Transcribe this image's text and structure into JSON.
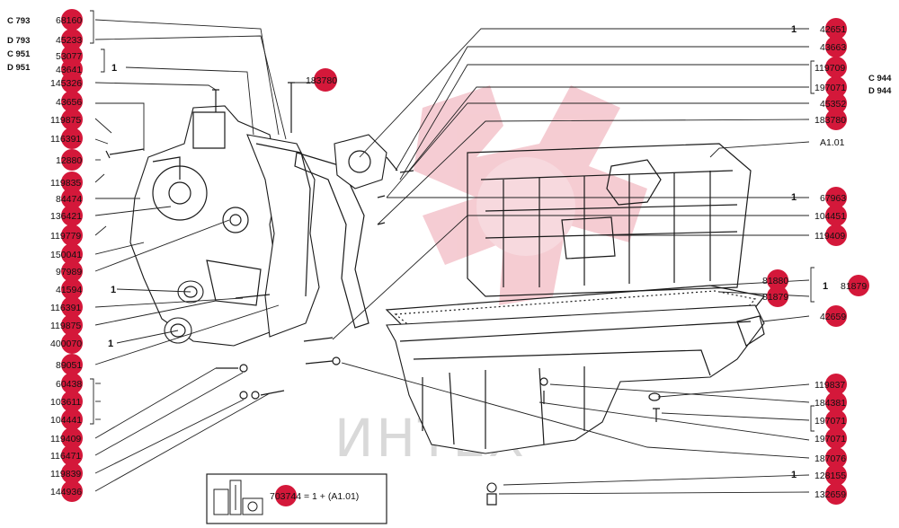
{
  "watermark": "ИНТЕХ",
  "colors": {
    "callout_dot": "#d4183a",
    "watermark_logo": "#f4c7ce",
    "line": "#222222"
  },
  "left_labels": [
    {
      "text": "68160"
    },
    {
      "text": "45233"
    },
    {
      "text": "53077"
    },
    {
      "text": "43641"
    },
    {
      "text": "145326"
    },
    {
      "text": "43656"
    },
    {
      "text": "119875"
    },
    {
      "text": "116391"
    },
    {
      "text": "12880"
    },
    {
      "text": "119835"
    },
    {
      "text": "84474"
    },
    {
      "text": "136421"
    },
    {
      "text": "119779"
    },
    {
      "text": "150041"
    },
    {
      "text": "97989"
    },
    {
      "text": "41594"
    },
    {
      "text": "116391"
    },
    {
      "text": "119875"
    },
    {
      "text": "400070"
    },
    {
      "text": "89051"
    },
    {
      "text": "60438"
    },
    {
      "text": "103611"
    },
    {
      "text": "104441"
    },
    {
      "text": "119409"
    },
    {
      "text": "116471"
    },
    {
      "text": "119839"
    },
    {
      "text": "144936"
    }
  ],
  "left_codes": [
    "C 793",
    "D 793",
    "C 951",
    "D 951"
  ],
  "right_labels": [
    {
      "text": "42651"
    },
    {
      "text": "43663"
    },
    {
      "text": "119709"
    },
    {
      "text": "197071"
    },
    {
      "text": "45352"
    },
    {
      "text": "183780"
    },
    {
      "text": "A1.01"
    },
    {
      "text": "67963"
    },
    {
      "text": "104451"
    },
    {
      "text": "119409"
    },
    {
      "text": "81880"
    },
    {
      "text": "81879"
    },
    {
      "text": "81879"
    },
    {
      "text": "42659"
    },
    {
      "text": "119837"
    },
    {
      "text": "184381"
    },
    {
      "text": "197071"
    },
    {
      "text": "197071"
    },
    {
      "text": "187076"
    },
    {
      "text": "128155"
    },
    {
      "text": "132659"
    }
  ],
  "right_codes": [
    "C 944",
    "D 944"
  ],
  "qty": "1",
  "top_part": "183780",
  "kit": {
    "number": "703744",
    "formula": "= 1 + (A1.01)"
  }
}
